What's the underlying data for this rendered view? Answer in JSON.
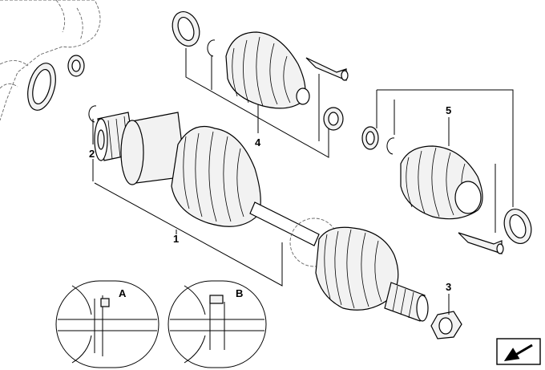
{
  "callouts": {
    "c1": "1",
    "c2": "2",
    "c3": "3",
    "c4": "4",
    "c5": "5"
  },
  "details": {
    "a": "A",
    "b": "B"
  },
  "icons": {
    "corner": "arrow-down-left-icon"
  }
}
